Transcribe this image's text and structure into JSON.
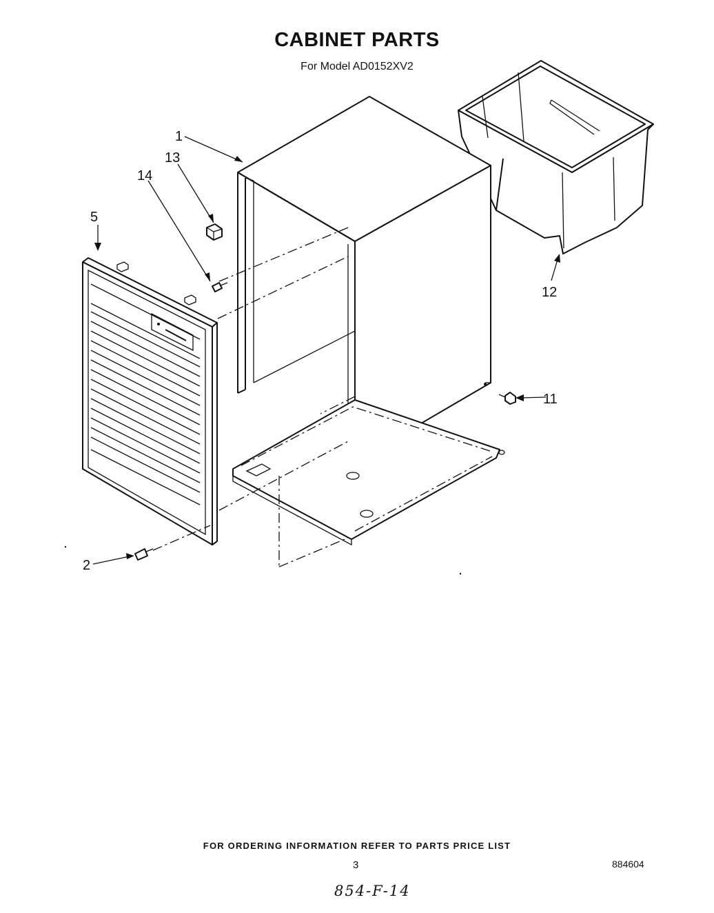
{
  "title": "CABINET PARTS",
  "subtitle": "For Model AD0152XV2",
  "parts": [
    {
      "number": "1",
      "name": "cabinet-wrapper"
    },
    {
      "number": "2",
      "name": "front-panel-screw"
    },
    {
      "number": "5",
      "name": "front-grille-panel"
    },
    {
      "number": "11",
      "name": "cabinet-screw"
    },
    {
      "number": "12",
      "name": "water-bucket"
    },
    {
      "number": "13",
      "name": "bumper"
    },
    {
      "number": "14",
      "name": "screw"
    }
  ],
  "footer": "FOR ORDERING INFORMATION REFER TO PARTS PRICE LIST",
  "page_number": "3",
  "document_number": "884604",
  "handwritten_note": "854-F-14"
}
